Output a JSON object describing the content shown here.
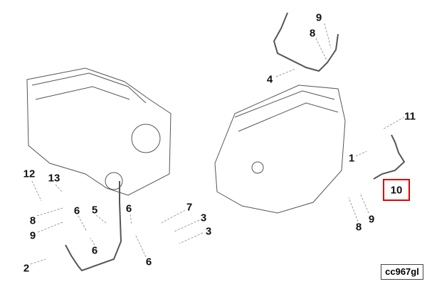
{
  "diagram": {
    "figure_code": "cc967gl",
    "highlighted_callout": "10",
    "highlight_color": "#e00000",
    "callouts": [
      "9",
      "8",
      "4",
      "11",
      "1",
      "10",
      "8",
      "9",
      "12",
      "13",
      "8",
      "5",
      "6",
      "6",
      "7",
      "3",
      "3",
      "9",
      "6",
      "2",
      "6"
    ]
  }
}
